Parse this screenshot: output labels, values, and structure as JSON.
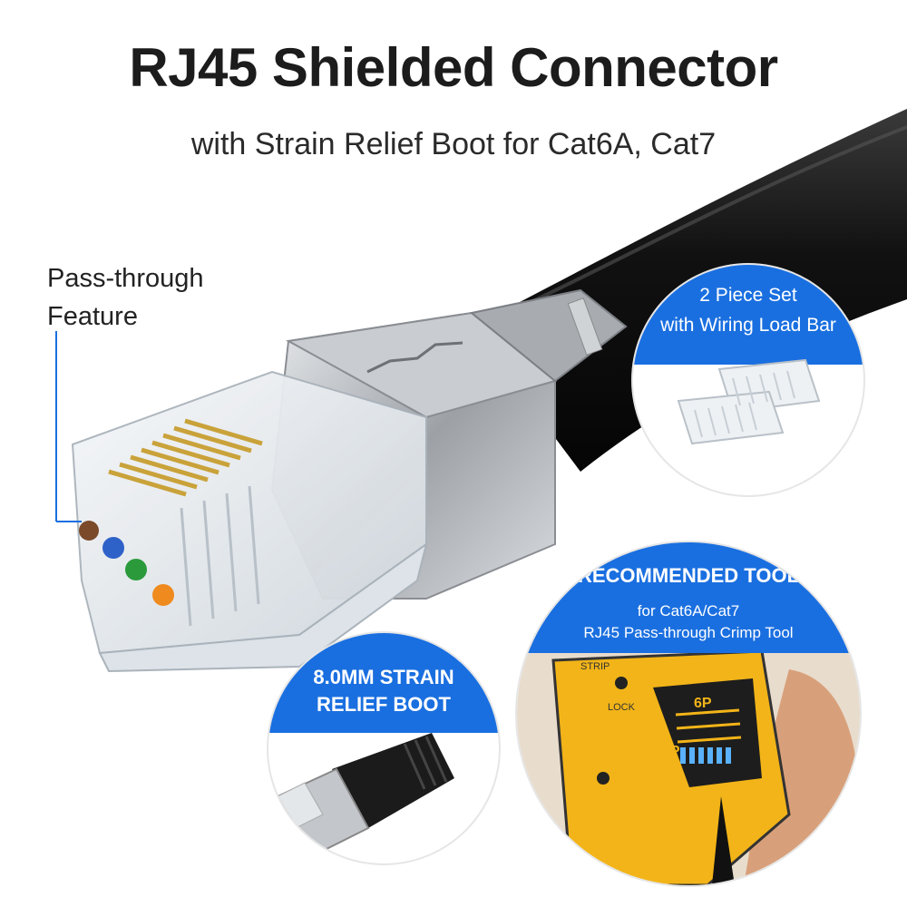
{
  "header": {
    "title": "RJ45 Shielded Connector",
    "subtitle": "with Strain Relief Boot for Cat6A, Cat7"
  },
  "callout": {
    "line1": "Pass-through",
    "line2": "Feature",
    "color": "#1a6fe0"
  },
  "load_bar_circle": {
    "line1": "2 Piece Set",
    "line2": "with Wiring Load Bar"
  },
  "boot_circle": {
    "line1": "8.0MM STRAIN",
    "line2": "RELIEF BOOT"
  },
  "tool_circle": {
    "heading": "RECOMMENDED TOOL",
    "line1": "for Cat6A/Cat7",
    "line2": "RJ45 Pass-through Crimp Tool",
    "tool_labels": [
      "STRIP",
      "LOCK",
      "8P",
      "6P"
    ]
  },
  "colors": {
    "accent": "#1a6fe0",
    "cable": "#1b1b1b",
    "shield": "#b9bcc0",
    "tool_yellow": "#f2b418"
  }
}
